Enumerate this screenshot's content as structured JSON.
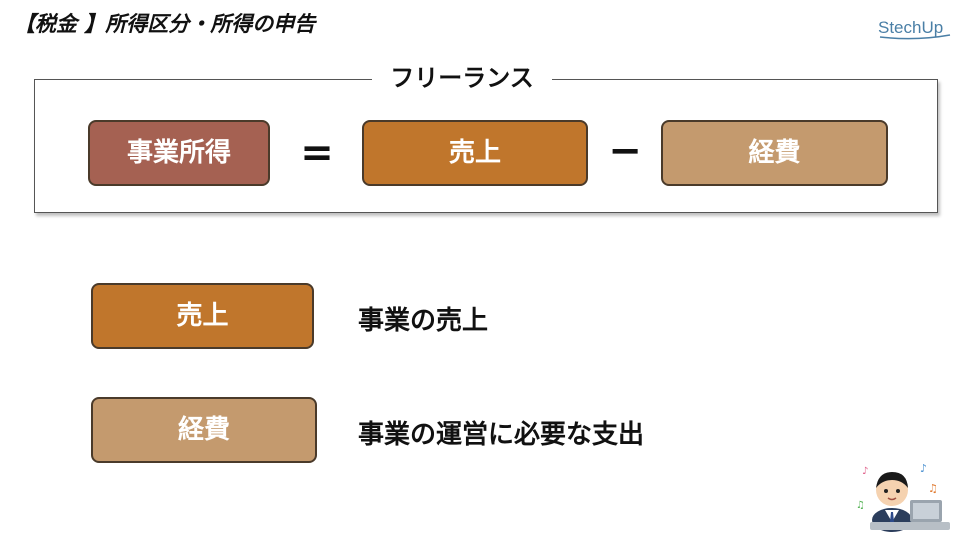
{
  "slide": {
    "title": "【税金 】所得区分・所得の申告",
    "logo_text": "StechUp"
  },
  "formula": {
    "frame_label": "フリーランス",
    "term1": "事業所得",
    "equals": "=",
    "term2": "売上",
    "minus": "−",
    "term3": "経費"
  },
  "definitions": [
    {
      "term": "売上",
      "description": "事業の売上"
    },
    {
      "term": "経費",
      "description": "事業の運営に必要な支出"
    }
  ],
  "colors": {
    "jigyo_box": "#a56152",
    "uriage_box": "#c0762c",
    "keihi_box": "#c49a6e",
    "box_border": "#4a3a2a",
    "logo": "#4a7fa6"
  },
  "icons": [
    "stechup-logo",
    "freelancer-laptop-illustration",
    "music-note-icon"
  ]
}
